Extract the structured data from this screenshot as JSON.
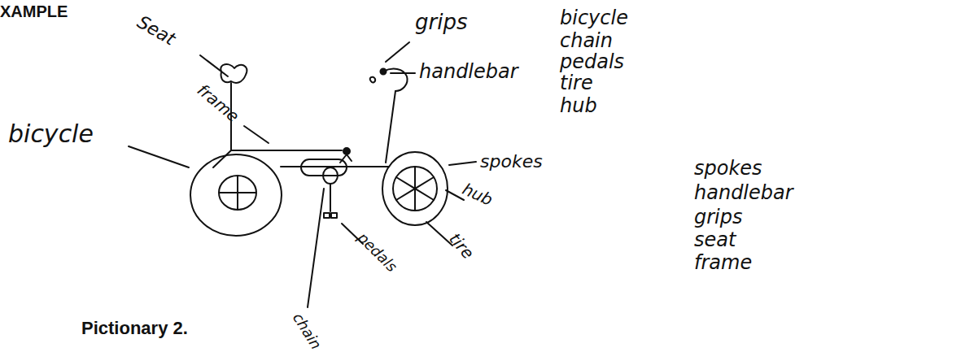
{
  "diagram": {
    "title": "XAMPLE",
    "caption": "Pictionary 2.",
    "labels": [
      "Seat",
      "frame",
      "bicycle",
      "grips",
      "handlebar",
      "spokes",
      "hub",
      "tire",
      "pedals",
      "chain",
      "bicycle",
      "chain",
      "pedals",
      "tire",
      "hub",
      "spokes",
      "handlebar",
      "grips",
      "seat",
      "frame"
    ]
  }
}
